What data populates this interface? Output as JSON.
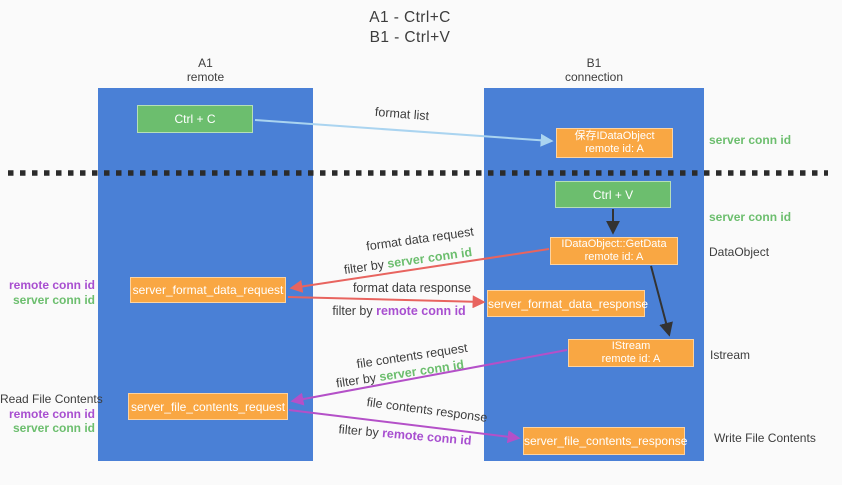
{
  "title": {
    "line1": "A1 - Ctrl+C",
    "line2": "B1 - Ctrl+V"
  },
  "lifelines": {
    "a1": {
      "name": "A1",
      "subtitle": "remote"
    },
    "b1": {
      "name": "B1",
      "subtitle": "connection"
    }
  },
  "nodes": {
    "ctrl_c": {
      "label": "Ctrl + C"
    },
    "save_idataobject": {
      "line1": "保存IDataObject",
      "line2": "remote id: A"
    },
    "ctrl_v": {
      "label": "Ctrl + V"
    },
    "idataobject_getdata": {
      "line1": "IDataObject::GetData",
      "line2": "remote id: A"
    },
    "server_format_data_request": {
      "label": "server_format_data_request"
    },
    "server_format_data_response": {
      "label": "server_format_data_response"
    },
    "istream": {
      "line1": "IStream",
      "line2": "remote id: A"
    },
    "server_file_contents_request": {
      "label": "server_file_contents_request"
    },
    "server_file_contents_response": {
      "label": "server_file_contents_response"
    }
  },
  "arrows": {
    "format_list": {
      "label": "format list"
    },
    "format_data_request": {
      "label": "format data request",
      "filter_prefix": "filter by ",
      "filter_key": "server conn id"
    },
    "format_data_response": {
      "label": "format data response",
      "filter_prefix": "filter by ",
      "filter_key": "remote conn id"
    },
    "file_contents_request": {
      "label": "file contents request",
      "filter_prefix": "filter by ",
      "filter_key": "server conn id"
    },
    "file_contents_response": {
      "label": "file contents response",
      "filter_prefix": "filter by ",
      "filter_key": "remote conn id"
    }
  },
  "side_labels": {
    "right_server_conn_1": "server conn id",
    "right_server_conn_2": "server conn id",
    "dataobject": "DataObject",
    "istream": "Istream",
    "write_file_contents": "Write File Contents",
    "left_remote_conn_1": "remote conn id",
    "left_server_conn_1": "server conn id",
    "read_file_contents": "Read File Contents",
    "left_remote_conn_2": "remote conn id",
    "left_server_conn_2": "server conn id"
  },
  "colors": {
    "lifeline_blue": "#4a80d6",
    "node_green": "#6cbe6e",
    "node_orange": "#f9a743",
    "arrow_red": "#e8645f",
    "arrow_purple": "#b450c8",
    "arrow_lightblue": "#aad4f0",
    "arrow_black": "#333333",
    "text_green": "#6cbe6e",
    "text_purple": "#a84fd0",
    "text_dark": "#3d3d3d",
    "background": "#fafafa"
  }
}
